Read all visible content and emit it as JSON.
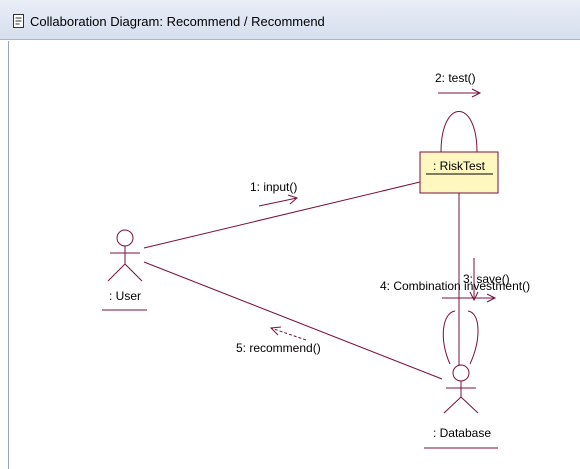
{
  "window": {
    "title": "Collaboration Diagram: Recommend / Recommend",
    "icon": "collaboration-diagram-icon"
  },
  "diagram": {
    "objects": {
      "risktest": ": RiskTest",
      "user": ": User",
      "database": ": Database"
    },
    "messages": {
      "m1": "1: input()",
      "m2": "2: test()",
      "m3": "3: save()",
      "m4": "4: Combination investment()",
      "m5": "5: recommend()"
    }
  },
  "colors": {
    "line": "#7a1040",
    "object_fill": "#fff7c0",
    "object_border": "#7a1040"
  }
}
